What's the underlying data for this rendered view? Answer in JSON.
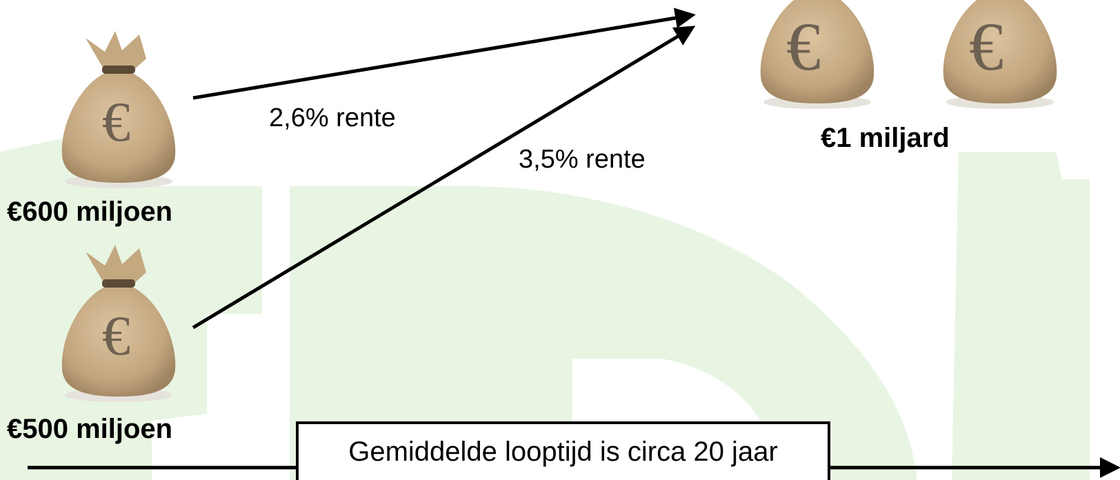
{
  "colors": {
    "background_watermark": "#e8f5e3",
    "bag_body": "#c9ad86",
    "bag_shadow": "#a88c66",
    "bag_symbol": "#6e6152",
    "arrow": "#000000"
  },
  "bags": {
    "top_left": {
      "icon": "money-bag-icon",
      "symbol": "€",
      "label": "€600 miljoen"
    },
    "bottom_left": {
      "icon": "money-bag-icon",
      "symbol": "€",
      "label": "€500 miljoen"
    },
    "right_pair": {
      "icon": "money-bag-icon",
      "symbol": "€",
      "label": "€1 miljard"
    }
  },
  "arrows": {
    "top": {
      "label": "2,6% rente"
    },
    "bottom": {
      "label": "3,5% rente"
    }
  },
  "timeline": {
    "label": "Gemiddelde looptijd is circa 20 jaar"
  }
}
